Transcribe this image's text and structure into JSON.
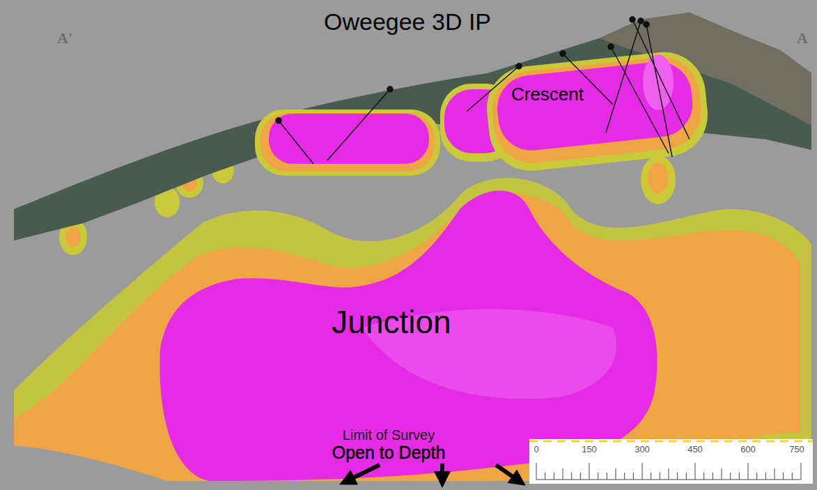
{
  "diagram": {
    "title": "Oweegee 3D IP",
    "labels": [
      "A'",
      "A",
      "Crescent",
      "Junction",
      "Limit of Survey",
      "Open to Depth",
      "0",
      "150",
      "300",
      "450",
      "600",
      "750"
    ]
  }
}
